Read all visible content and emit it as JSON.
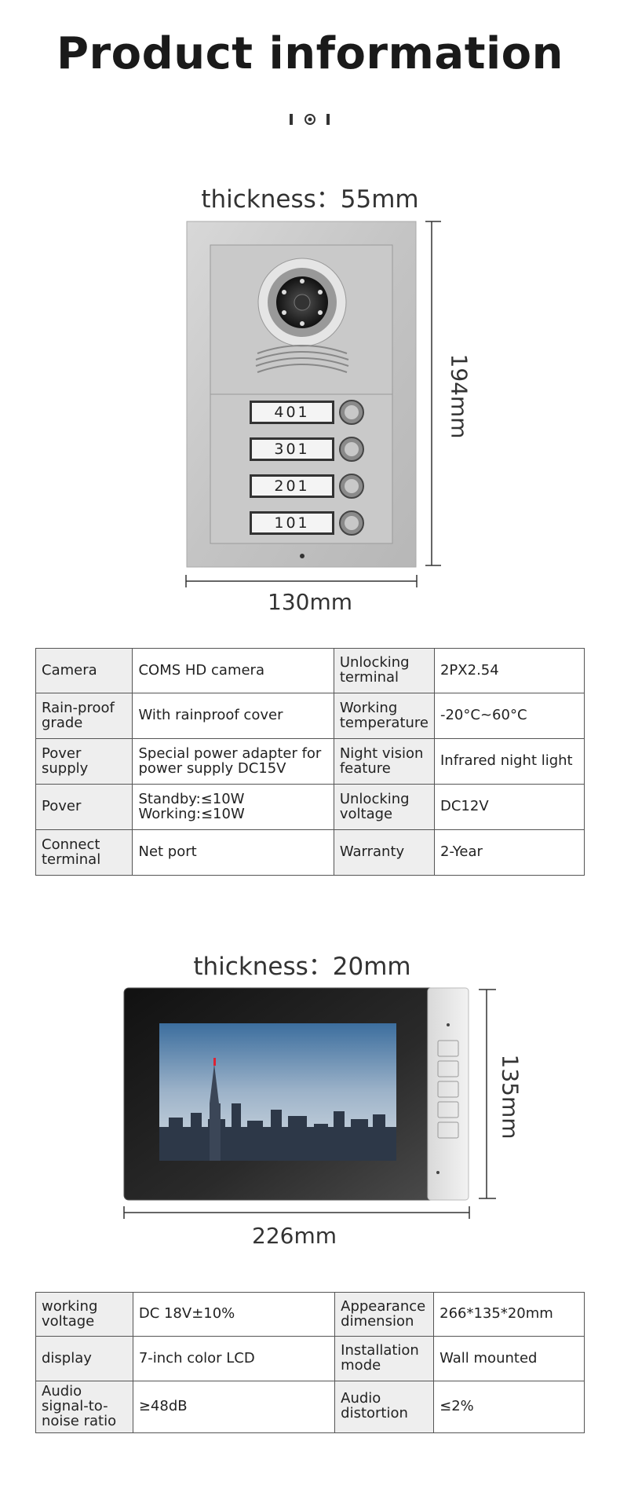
{
  "title": "Product information",
  "outdoor": {
    "thickness": "thickness：55mm",
    "height": "194mm",
    "width": "130mm",
    "buttons": [
      "401",
      "301",
      "201",
      "101"
    ]
  },
  "specs1": [
    [
      {
        "l": "Camera",
        "v": "COMS HD camera"
      },
      {
        "l": "Unlocking terminal",
        "v": "2PX2.54"
      }
    ],
    [
      {
        "l": "Rain-proof grade",
        "v": "With rainproof cover"
      },
      {
        "l": "Working temperature",
        "v": "-20°C~60°C"
      }
    ],
    [
      {
        "l": "Pover supply",
        "v": "Special power adapter for power supply DC15V"
      },
      {
        "l": "Night vision feature",
        "v": "Infrared night light"
      }
    ],
    [
      {
        "l": "Pover",
        "v": "Standby:≤10W Working:≤10W"
      },
      {
        "l": "Unlocking voltage",
        "v": "DC12V"
      }
    ],
    [
      {
        "l": "Connect terminal",
        "v": "Net port"
      },
      {
        "l": "Warranty",
        "v": "2-Year"
      }
    ]
  ],
  "monitor": {
    "thickness": "thickness：20mm",
    "height": "135mm",
    "width": "226mm"
  },
  "specs2": [
    [
      {
        "l": "working voltage",
        "v": "DC 18V±10%"
      },
      {
        "l": "Appearance dimension",
        "v": "266*135*20mm"
      }
    ],
    [
      {
        "l": "display",
        "v": "7-inch color LCD"
      },
      {
        "l": "Installation mode",
        "v": "Wall mounted"
      }
    ],
    [
      {
        "l": "Audio signal-to-noise ratio",
        "v": "≥48dB"
      },
      {
        "l": "Audio distortion",
        "v": "≤2%"
      }
    ]
  ]
}
